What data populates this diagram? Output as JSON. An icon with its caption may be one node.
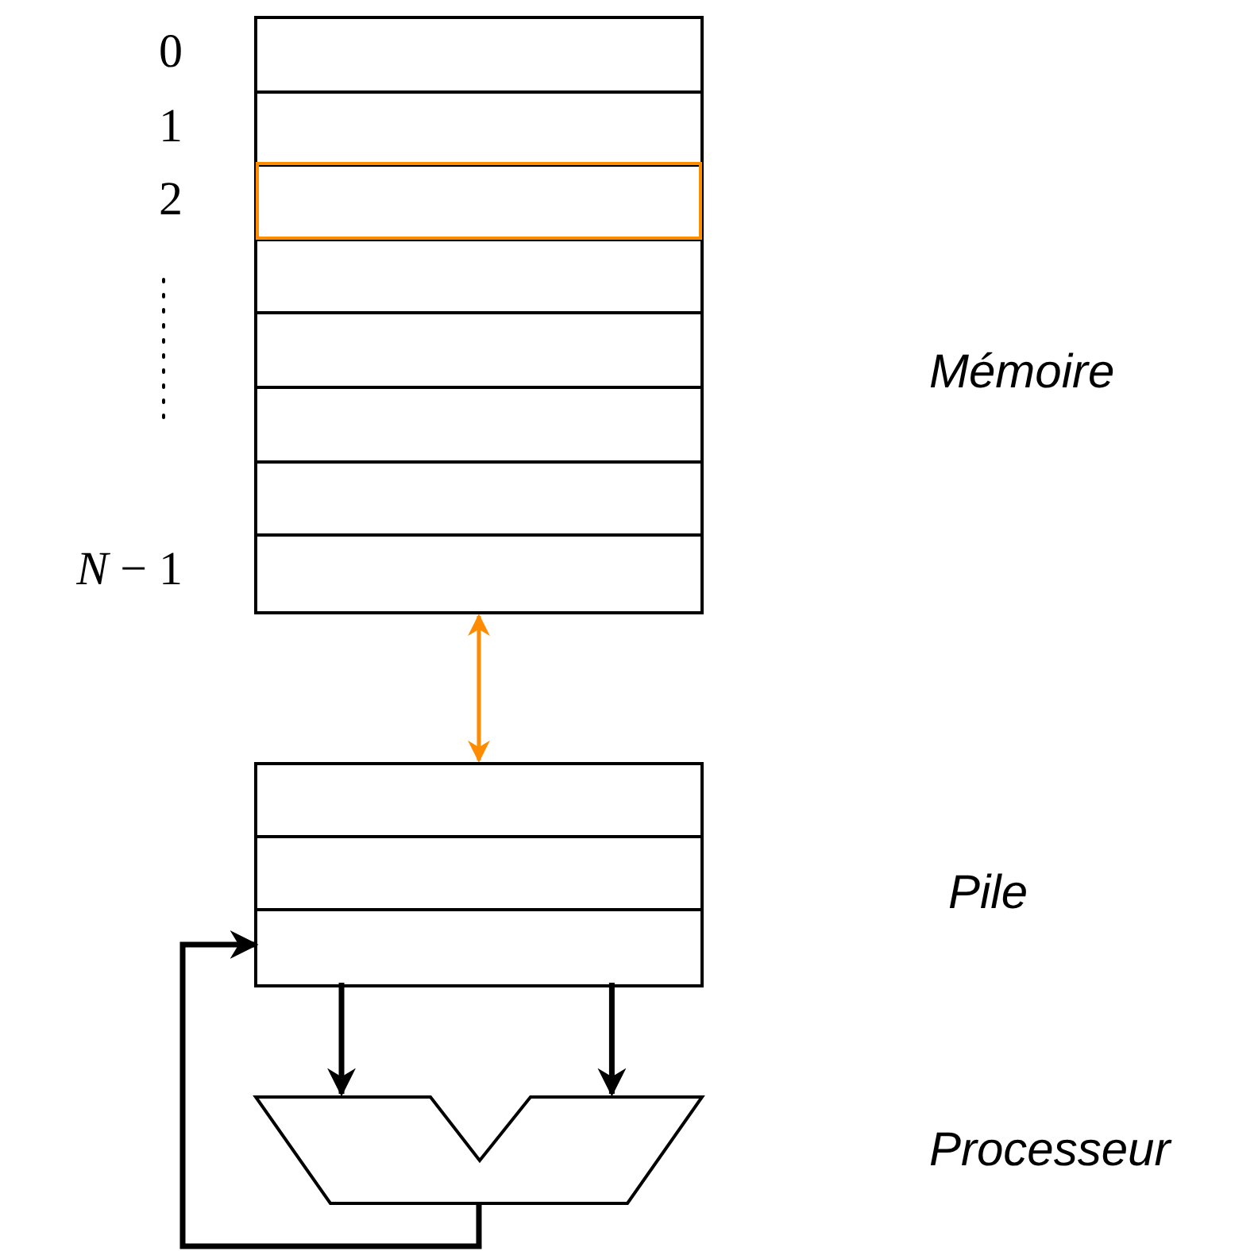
{
  "diagram": {
    "nodes": [
      {
        "text": [],
        "shape": "box"
      },
      {
        "text": [],
        "shape": "box",
        "in": 0,
        "beside": [
          "0"
        ]
      },
      {
        "text": [],
        "shape": "box",
        "in": 0,
        "beside": [
          "1"
        ]
      },
      {
        "text": [],
        "shape": "box",
        "in": 0,
        "beside": [
          "2"
        ]
      },
      {
        "text": [],
        "shape": "box",
        "in": 0
      },
      {
        "text": [],
        "shape": "box",
        "in": 0
      },
      {
        "text": [],
        "shape": "box",
        "in": 0
      },
      {
        "text": [],
        "shape": "box",
        "in": 0
      },
      {
        "text": [],
        "shape": "box",
        "in": 0,
        "beside": [
          "*N* − 1"
        ]
      },
      {
        "text": [],
        "shape": "box"
      },
      {
        "text": [],
        "shape": "box",
        "in": 9
      },
      {
        "text": [],
        "shape": "box",
        "in": 9
      },
      {
        "text": [],
        "shape": "box",
        "in": 9
      },
      {
        "text": [],
        "shape": "trapezoid"
      }
    ],
    "edges": [
      {
        "from": 0,
        "to": 9,
        "arrow": "both",
        "color": "#ff8c00"
      },
      {
        "from": 12,
        "to": 13,
        "arrow": "to"
      },
      {
        "from": 12,
        "to": 13,
        "arrow": "to"
      },
      {
        "from": 13,
        "to": 12,
        "arrow": "to"
      }
    ],
    "labels": [
      "Mémoire",
      "Pile",
      "Processeur"
    ]
  }
}
